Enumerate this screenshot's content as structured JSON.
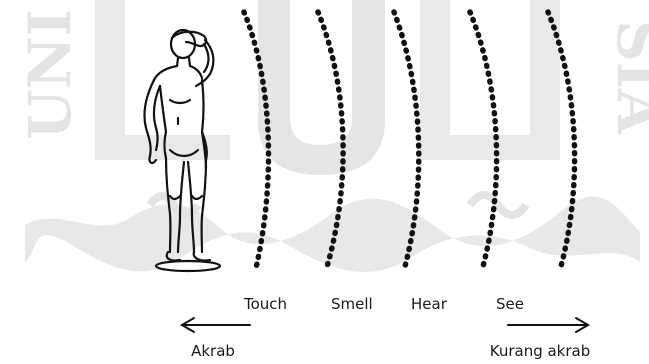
{
  "diagram": {
    "zones": [
      {
        "key": "touch",
        "label": "Touch"
      },
      {
        "key": "smell",
        "label": "Smell"
      },
      {
        "key": "hear",
        "label": "Hear"
      },
      {
        "key": "see",
        "label": "See"
      }
    ],
    "arrow_left_label": "Akrab",
    "arrow_right_label": "Kurang akrab"
  },
  "watermark": {
    "text_left": "UNI",
    "text_right": "SIA"
  },
  "colors": {
    "ink": "#111111",
    "watermark": "#c9c9c9",
    "background": "#ffffff"
  }
}
